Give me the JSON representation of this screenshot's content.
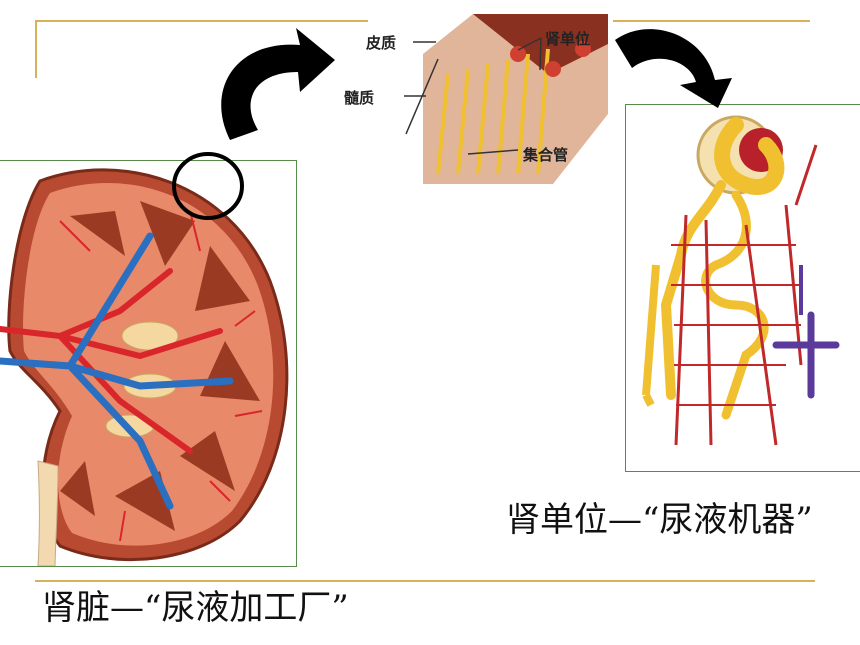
{
  "captions": {
    "nephron": "肾单位—“尿液机器”",
    "kidney": "肾脏—“尿液加工厂”"
  },
  "section_labels": {
    "cortex": "皮质",
    "nephron": "肾单位",
    "medulla": "髓质",
    "collecting_duct": "集合管"
  },
  "colors": {
    "accent_rule": "#d6b25a",
    "panel_border": "#5a8a4a",
    "kidney_tissue": "#c0523a",
    "kidney_pyramid": "#9a3a22",
    "artery": "#d9262b",
    "vein": "#2a6fc0",
    "tubule": "#f0c030"
  }
}
